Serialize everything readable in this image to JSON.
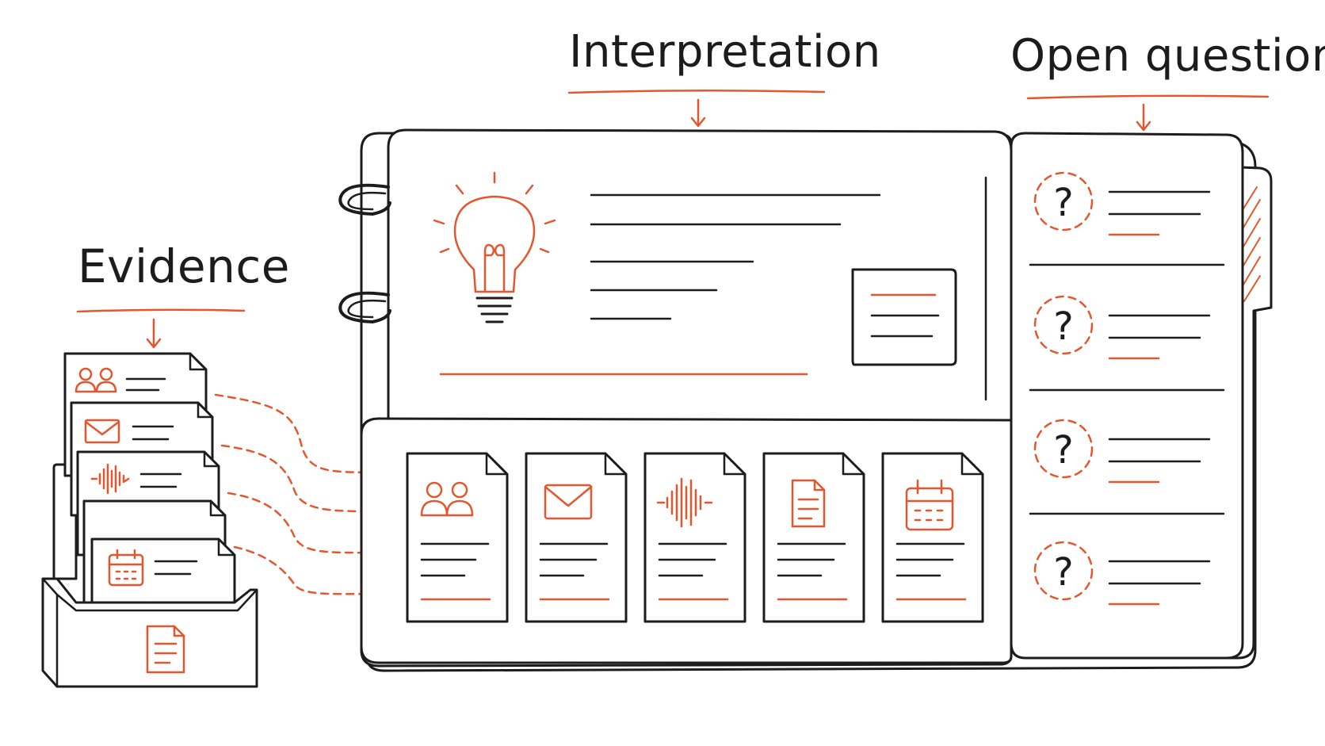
{
  "labels": {
    "evidence": "Evidence",
    "interpretation": "Interpretation",
    "open_questions": "Open questions"
  },
  "colors": {
    "accent": "#e4572e",
    "ink": "#1c1c1c",
    "paper": "#ffffff"
  },
  "icons": {
    "evidence_cards": [
      "people-icon",
      "envelope-icon",
      "waveform-icon",
      "blank-card",
      "calendar-icon"
    ],
    "evidence_box": "document-icon",
    "interpretation": "lightbulb-icon",
    "evidence_docs": [
      "people-icon",
      "envelope-icon",
      "waveform-icon",
      "document-icon",
      "calendar-icon"
    ],
    "questions": [
      "question-icon",
      "question-icon",
      "question-icon",
      "question-icon"
    ]
  }
}
